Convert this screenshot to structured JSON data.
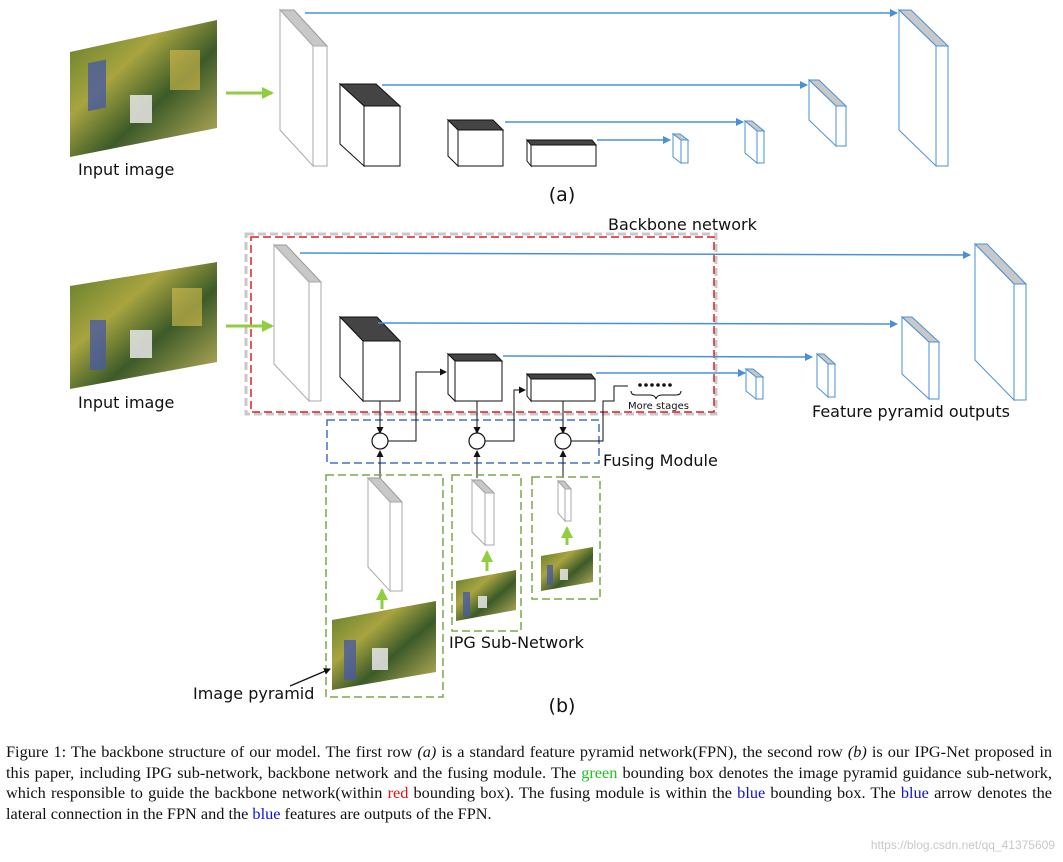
{
  "panel_a": {
    "input_label": "Input image",
    "panel_label": "(a)"
  },
  "panel_b": {
    "input_label": "Input image",
    "backbone_label": "Backbone network",
    "more_stages_label": "More stages",
    "feature_outputs_label": "Feature pyramid outputs",
    "fusing_label": "Fusing Module",
    "ipg_label": "IPG Sub-Network",
    "image_pyramid_label": "Image pyramid",
    "panel_label": "(b)"
  },
  "caption": {
    "part1": "Figure 1: The backbone structure of our model. The first row ",
    "var_a": "(a)",
    "part2": " is a standard feature pyramid network(FPN), the second row ",
    "var_b": "(b)",
    "part3": " is our IPG-Net proposed in this paper, including IPG sub-network, backbone network and the fusing module. The ",
    "green_word": "green",
    "part4": " bounding box denotes the image pyramid guidance sub-network, which responsible to guide the backbone network(within ",
    "red_word": "red",
    "part5": " bounding box). The fusing module is within the ",
    "blue_word1": "blue",
    "part6": " bounding box. The ",
    "blue_word2": "blue",
    "part7": " arrow denotes the lateral connection in the FPN and the ",
    "blue_word3": "blue",
    "part8": " features are outputs of the FPN."
  },
  "watermark": "https://blog.csdn.net/qq_41375609",
  "colors": {
    "lateral_blue": "#4a90d9",
    "arrow_green": "#8fce3f",
    "backbone_red": "#e02020",
    "fusing_blue": "#4472c4",
    "ipg_green": "#7aa84a",
    "gray_face": "#c8c8c8"
  }
}
